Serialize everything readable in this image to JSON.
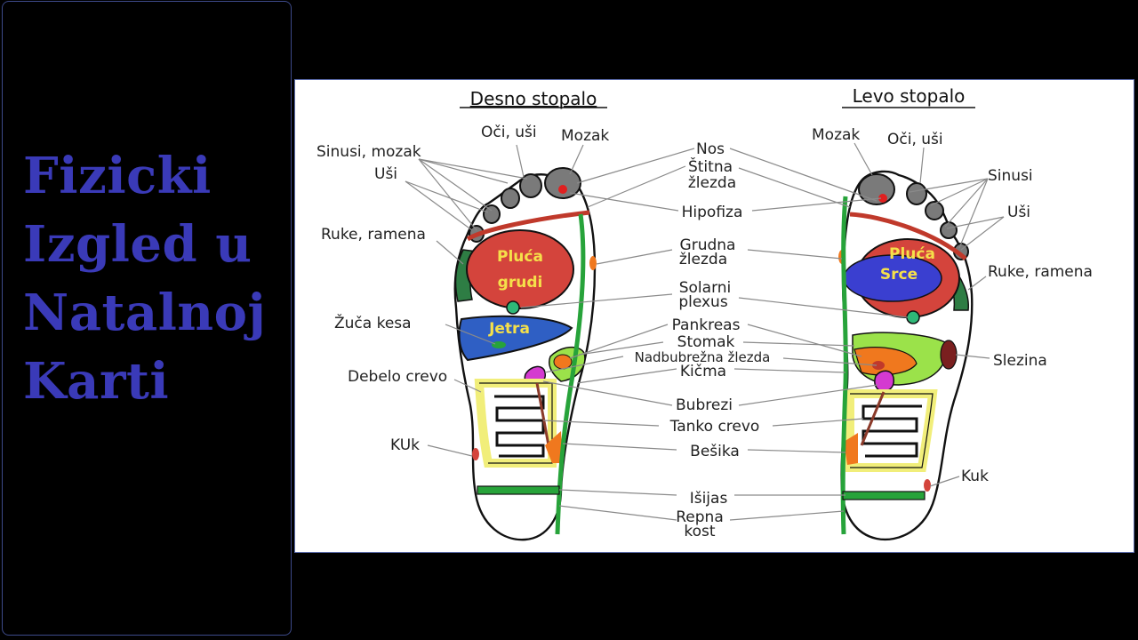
{
  "slide": {
    "title": "Fizicki\nIzgled u\nNatalnoj\nKarti"
  },
  "diagram": {
    "right_foot_title": "Desno stopalo",
    "left_foot_title": "Levo stopalo",
    "right_labels": {
      "sinusi_mozak": "Sinusi, mozak",
      "usi": "Uši",
      "oci_usi": "Oči, uši",
      "mozak": "Mozak",
      "ruke_ramena": "Ruke, ramena",
      "zuca_kesa": "Žuča kesa",
      "debelo_crevo": "Debelo crevo",
      "kuk": "KUk"
    },
    "left_labels": {
      "mozak": "Mozak",
      "oci_usi": "Oči, uši",
      "sinusi": "Sinusi",
      "usi": "Uši",
      "ruke_ramena": "Ruke, ramena",
      "slezina": "Slezina",
      "kuk": "Kuk"
    },
    "center_labels": {
      "nos": "Nos",
      "stitna_1": "Štitna",
      "stitna_2": "žlezda",
      "hipofiza": "Hipofiza",
      "grudna_1": "Grudna",
      "grudna_2": "žlezda",
      "solarni_1": "Solarni",
      "solarni_2": "plexus",
      "pankreas": "Pankreas",
      "stomak": "Stomak",
      "nadbubrezna": "Nadbubrežna žlezda",
      "kicma": "Kičma",
      "bubrezi": "Bubrezi",
      "tanko_crevo": "Tanko crevo",
      "besika": "Bešika",
      "isijas": "Išijas",
      "repna_1": "Repna",
      "repna_2": "kost"
    },
    "organ_labels": {
      "pluca_grudi_1": "Pluća",
      "pluca_grudi_2": "grudi",
      "jetra": "Jetra",
      "pluca": "Pluća",
      "srce": "Srce"
    },
    "colors": {
      "lungs": "#d4443c",
      "liver": "#2f5fc4",
      "heart": "#3a3fd0",
      "stomach_green": "#9be24a",
      "orange": "#f0781e",
      "arm_green": "#2e7d44",
      "yellow_band": "#f1ee7a",
      "sciatic_green": "#27a33a",
      "kidney_magenta": "#d43ad0",
      "toe_gray": "#777777",
      "title_blue": "#3a3ab8"
    }
  }
}
